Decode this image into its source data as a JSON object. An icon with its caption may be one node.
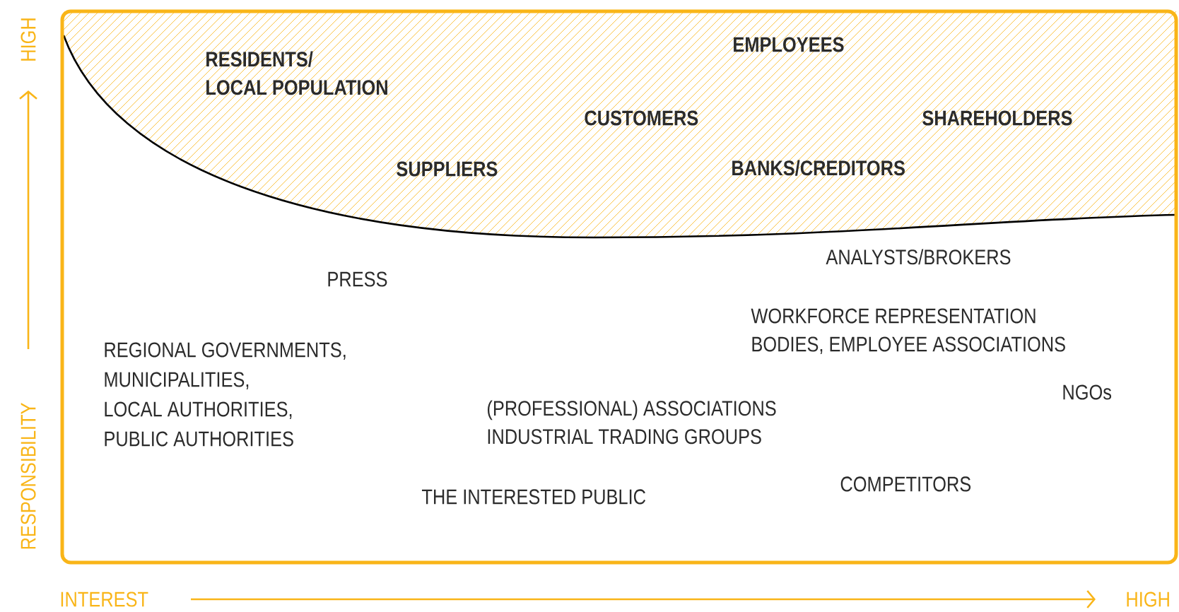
{
  "diagram": {
    "labels": [
      "HIGH",
      "RESIDENTS/ LOCAL POPULATION",
      "EMPLOYEES",
      "CUSTOMERS",
      "SHAREHOLDERS",
      "SUPPLIERS",
      "BANKS/CREDITORS",
      "ANALYSTS/BROKERS",
      "PRESS",
      "WORKFORCE REPRESENTATION BODIES, EMPLOYEE ASSOCIATIONS",
      "REGIONAL GOVERNMENTS, MUNICIPALITIES, LOCAL AUTHORITIES, PUBLIC AUTHORITIES",
      "NGOs",
      "(PROFESSIONAL) ASSOCIATIONS INDUSTRIAL TRADING GROUPS",
      "COMPETITORS",
      "THE INTERESTED PUBLIC",
      "RESPONSIBILITY",
      "INTEREST",
      "HIGH"
    ]
  }
}
